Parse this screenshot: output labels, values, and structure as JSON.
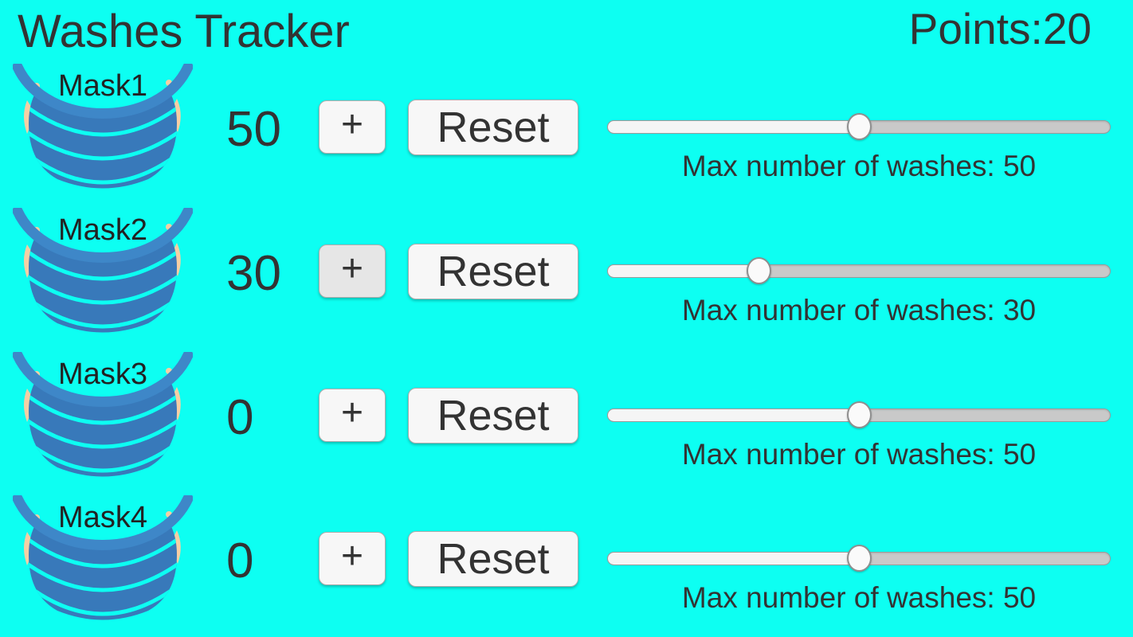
{
  "title": "Washes Tracker",
  "points": {
    "label": "Points:",
    "value": "20"
  },
  "colors": {
    "bg": "#0DFFF2",
    "text": "#333333",
    "mask-body": "#3879BA",
    "mask-arc": "#3E87C8",
    "ear": "#F5CFA4",
    "btn-bg": "#F7F7F7",
    "btn-bg-pressed": "#E6E6E6",
    "btn-border": "#ABABAB",
    "track-fill": "#F5F5F5",
    "track-rest": "#C9C9C9",
    "track-border": "#999999",
    "thumb-fill": "#FAFAFA",
    "thumb-border": "#8F8F8F"
  },
  "rows": [
    {
      "mask_label": "Mask1",
      "count": "50",
      "plus_label": "+",
      "reset_label": "Reset",
      "plus_pressed": false,
      "slider_percent": 50,
      "max_label": "Max number of washes: 50"
    },
    {
      "mask_label": "Mask2",
      "count": "30",
      "plus_label": "+",
      "reset_label": "Reset",
      "plus_pressed": true,
      "slider_percent": 30,
      "max_label": "Max number of washes: 30"
    },
    {
      "mask_label": "Mask3",
      "count": "0",
      "plus_label": "+",
      "reset_label": "Reset",
      "plus_pressed": false,
      "slider_percent": 50,
      "max_label": "Max number of washes: 50"
    },
    {
      "mask_label": "Mask4",
      "count": "0",
      "plus_label": "+",
      "reset_label": "Reset",
      "plus_pressed": false,
      "slider_percent": 50,
      "max_label": "Max number of washes: 50"
    }
  ]
}
